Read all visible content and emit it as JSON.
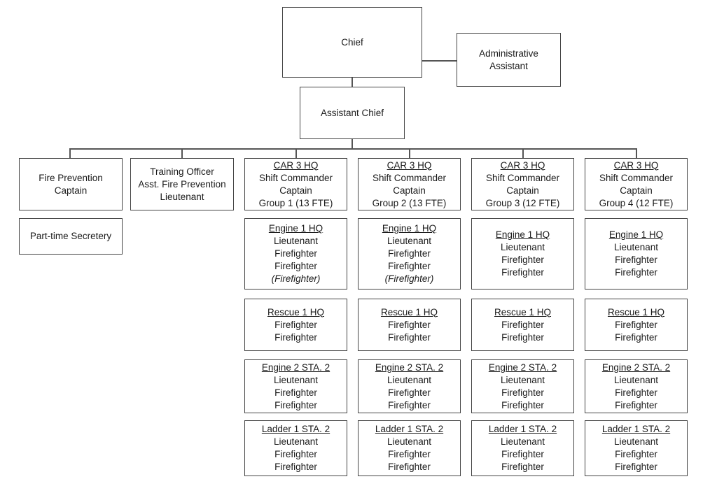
{
  "chief": "Chief",
  "admin_assistant": [
    "Administrative",
    "Assistant"
  ],
  "assistant_chief": "Assistant Chief",
  "fire_prevention": [
    "Fire Prevention",
    "Captain"
  ],
  "part_time_secretary": "Part-time Secretery",
  "training_officer": [
    "Training Officer",
    "Asst. Fire Prevention",
    "Lieutenant"
  ],
  "groups": [
    {
      "command": [
        "CAR 3 HQ",
        "Shift Commander",
        "Captain",
        "Group 1 (13 FTE)"
      ],
      "engine1": [
        "Engine 1 HQ",
        "Lieutenant",
        "Firefighter",
        "Firefighter",
        "(Firefighter)"
      ],
      "rescue1": [
        "Rescue 1 HQ",
        "Firefighter",
        "Firefighter"
      ],
      "engine2": [
        "Engine 2 STA. 2",
        "Lieutenant",
        "Firefighter",
        "Firefighter"
      ],
      "ladder1": [
        "Ladder 1 STA. 2",
        "Lieutenant",
        "Firefighter",
        "Firefighter"
      ]
    },
    {
      "command": [
        "CAR 3 HQ",
        "Shift Commander",
        "Captain",
        "Group 2 (13 FTE)"
      ],
      "engine1": [
        "Engine 1 HQ",
        "Lieutenant",
        "Firefighter",
        "Firefighter",
        "(Firefighter)"
      ],
      "rescue1": [
        "Rescue 1 HQ",
        "Firefighter",
        "Firefighter"
      ],
      "engine2": [
        "Engine 2 STA. 2",
        "Lieutenant",
        "Firefighter",
        "Firefighter"
      ],
      "ladder1": [
        "Ladder 1 STA. 2",
        "Lieutenant",
        "Firefighter",
        "Firefighter"
      ]
    },
    {
      "command": [
        "CAR 3 HQ",
        "Shift Commander",
        "Captain",
        "Group 3 (12 FTE)"
      ],
      "engine1": [
        "Engine 1 HQ",
        "Lieutenant",
        "Firefighter",
        "Firefighter"
      ],
      "rescue1": [
        "Rescue 1 HQ",
        "Firefighter",
        "Firefighter"
      ],
      "engine2": [
        "Engine 2 STA. 2",
        "Lieutenant",
        "Firefighter",
        "Firefighter"
      ],
      "ladder1": [
        "Ladder 1 STA. 2",
        "Lieutenant",
        "Firefighter",
        "Firefighter"
      ]
    },
    {
      "command": [
        "CAR 3 HQ",
        "Shift Commander",
        "Captain",
        "Group 4 (12 FTE)"
      ],
      "engine1": [
        "Engine 1 HQ",
        "Lieutenant",
        "Firefighter",
        "Firefighter"
      ],
      "rescue1": [
        "Rescue 1 HQ",
        "Firefighter",
        "Firefighter"
      ],
      "engine2": [
        "Engine 2 STA. 2",
        "Lieutenant",
        "Firefighter",
        "Firefighter"
      ],
      "ladder1": [
        "Ladder 1 STA. 2",
        "Lieutenant",
        "Firefighter",
        "Firefighter"
      ]
    }
  ]
}
